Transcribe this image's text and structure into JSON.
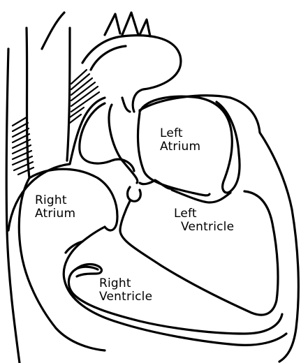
{
  "labels": {
    "left_atrium": {
      "line1": "Left",
      "line2": "Atrium"
    },
    "right_atrium": {
      "line1": "Right",
      "line2": "Atrium"
    },
    "left_ventricle": {
      "line1": "Left",
      "line2": "Ventricle"
    },
    "right_ventricle": {
      "line1": "Right",
      "line2": "Ventricle"
    }
  },
  "colors": {
    "ink": "#000000",
    "paper": "#ffffff"
  }
}
